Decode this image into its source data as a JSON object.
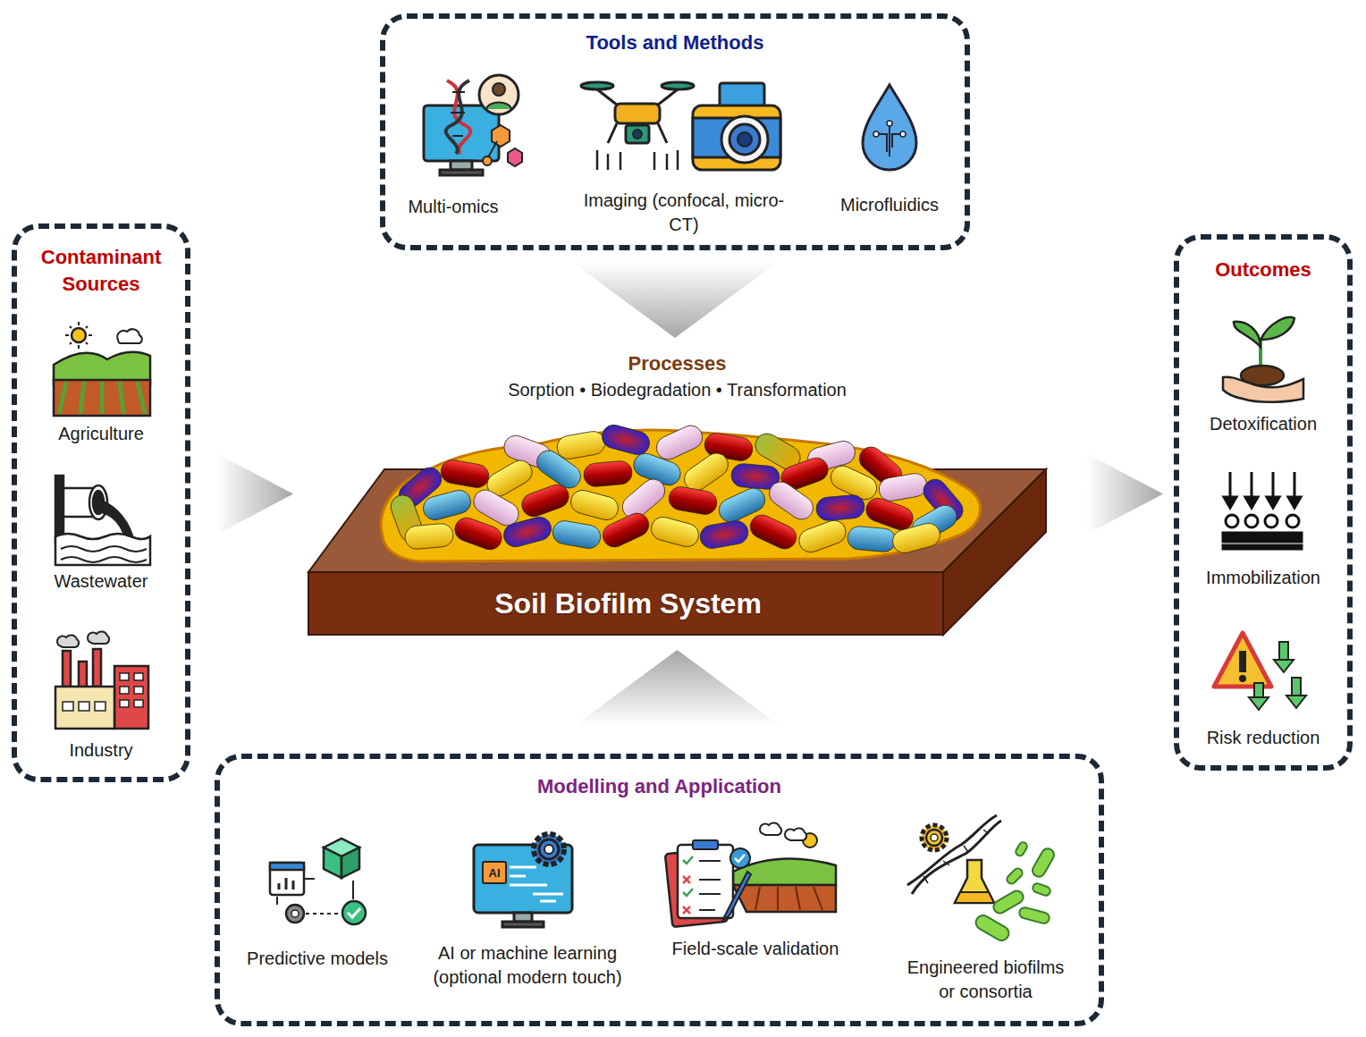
{
  "diagram": {
    "nodes": [
      {
        "text": [
          "Tools and Methods"
        ]
      },
      {
        "text": [
          "Multi-omics"
        ],
        "in": 0
      },
      {
        "text": [
          "Imaging (confocal, micro-CT)"
        ],
        "in": 0
      },
      {
        "text": [
          "Microfluidics"
        ],
        "in": 0
      },
      {
        "text": [
          "Contaminant Sources"
        ]
      },
      {
        "text": [
          "Agriculture"
        ],
        "in": 4
      },
      {
        "text": [
          "Wastewater"
        ],
        "in": 4
      },
      {
        "text": [
          "Industry"
        ],
        "in": 4
      },
      {
        "text": [
          "Processes",
          "Sorption • Biodegradation • Transformation",
          "Soil Biofilm System"
        ]
      },
      {
        "text": [
          "Outcomes"
        ]
      },
      {
        "text": [
          "Detoxification"
        ],
        "in": 9
      },
      {
        "text": [
          "Immobilization"
        ],
        "in": 9
      },
      {
        "text": [
          "Risk reduction"
        ],
        "in": 9
      },
      {
        "text": [
          "Modelling and Application"
        ]
      },
      {
        "text": [
          "Predictive models"
        ],
        "in": 13
      },
      {
        "text": [
          "AI or machine learning (optional modern touch)"
        ],
        "in": 13
      },
      {
        "text": [
          "Field-scale validation"
        ],
        "in": 13
      },
      {
        "text": [
          "Engineered biofilms or consortia"
        ],
        "in": 13
      }
    ],
    "edges": [
      {
        "from": 4,
        "to": 8,
        "arrow": "to"
      },
      {
        "from": 0,
        "to": 8,
        "arrow": "to"
      },
      {
        "from": 13,
        "to": 8,
        "arrow": "to"
      },
      {
        "from": 8,
        "to": 9,
        "arrow": "to"
      }
    ],
    "labels": [
      "AI"
    ]
  }
}
